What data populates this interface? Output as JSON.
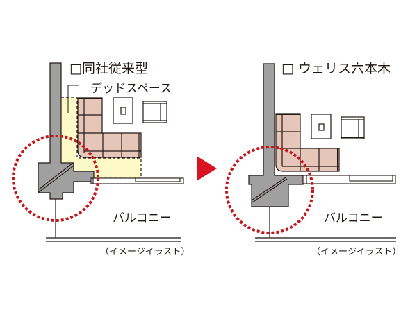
{
  "colors": {
    "wall": "#a0a0a0",
    "outline": "#231815",
    "sofa": "#e6c6b8",
    "dead_space": "#fdfac8",
    "accent_red": "#d7141f",
    "circle_red": "#c4161c"
  },
  "left_panel": {
    "title": "□同社従来型",
    "dead_space_label": "デッドスペース",
    "balcony_label": "バルコニー",
    "note": "（イメージイラスト）"
  },
  "arrow": {
    "icon": "right-triangle-arrow"
  },
  "right_panel": {
    "title": "□ ウェリス六本木",
    "balcony_label": "バルコニー",
    "note": "（イメージイラスト）"
  }
}
